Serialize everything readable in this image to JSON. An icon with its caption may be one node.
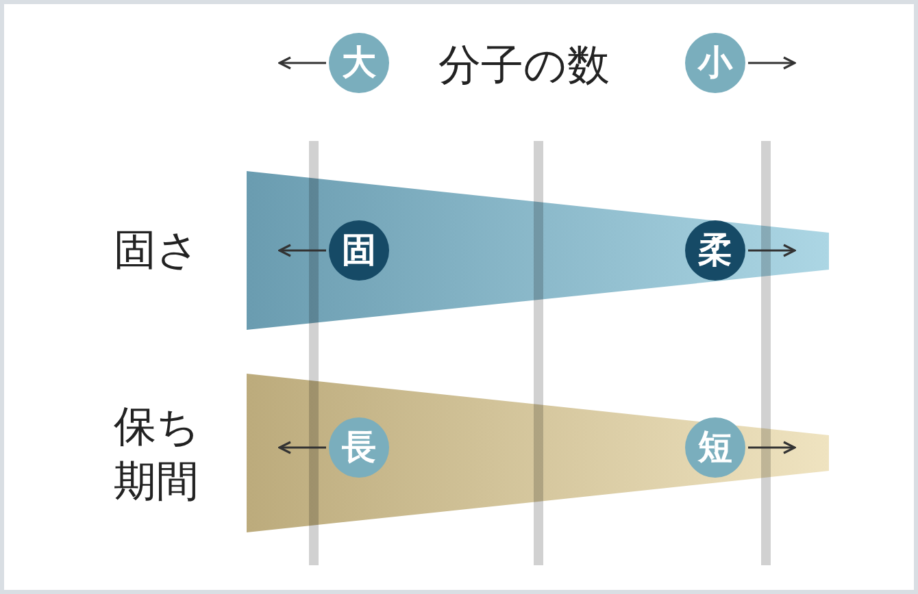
{
  "diagram": {
    "nodes": [
      {
        "text": [
          "大"
        ]
      },
      {
        "text": [
          "小"
        ]
      },
      {
        "text": [
          "固"
        ]
      },
      {
        "text": [
          "柔"
        ]
      },
      {
        "text": [
          "長"
        ]
      },
      {
        "text": [
          "短"
        ]
      }
    ],
    "edges": [
      {
        "from": 0,
        "to": null,
        "arrow": "to"
      },
      {
        "from": 1,
        "to": null,
        "arrow": "to"
      },
      {
        "from": 2,
        "to": null,
        "arrow": "to"
      },
      {
        "from": 3,
        "to": null,
        "arrow": "to"
      },
      {
        "from": 4,
        "to": null,
        "arrow": "to"
      },
      {
        "from": 5,
        "to": null,
        "arrow": "to"
      }
    ],
    "labels": [
      "分子の数",
      "固さ",
      "保ち期間"
    ]
  }
}
